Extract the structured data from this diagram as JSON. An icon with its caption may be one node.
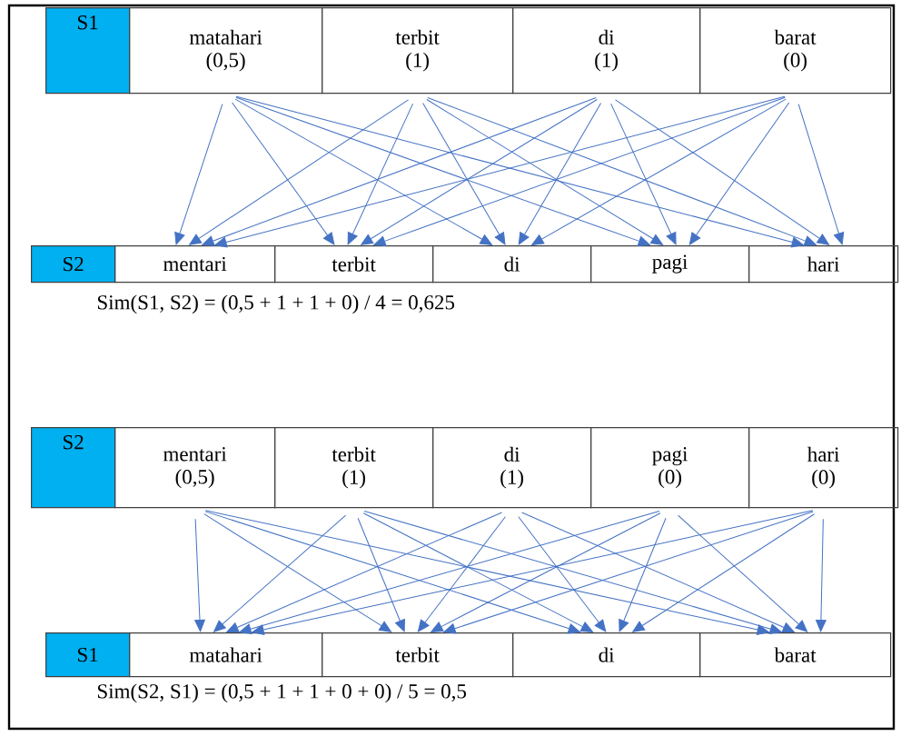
{
  "diagram": {
    "nodes": [
      {
        "text": [
          "S1"
        ]
      },
      {
        "text": [
          "matahari",
          "(0,5)"
        ]
      },
      {
        "text": [
          "terbit",
          "(1)"
        ]
      },
      {
        "text": [
          "di",
          "(1)"
        ]
      },
      {
        "text": [
          "barat",
          "(0)"
        ]
      },
      {
        "text": [
          "S2"
        ]
      },
      {
        "text": [
          "mentari"
        ]
      },
      {
        "text": [
          "terbit"
        ]
      },
      {
        "text": [
          "di"
        ]
      },
      {
        "text": [
          "pagi"
        ]
      },
      {
        "text": [
          "hari"
        ]
      },
      {
        "text": [
          "S2"
        ]
      },
      {
        "text": [
          "mentari",
          "(0,5)"
        ]
      },
      {
        "text": [
          "terbit",
          "(1)"
        ]
      },
      {
        "text": [
          "di",
          "(1)"
        ]
      },
      {
        "text": [
          "pagi",
          "(0)"
        ]
      },
      {
        "text": [
          "hari",
          "(0)"
        ]
      },
      {
        "text": [
          "S1"
        ]
      },
      {
        "text": [
          "matahari"
        ]
      },
      {
        "text": [
          "terbit"
        ]
      },
      {
        "text": [
          "di"
        ]
      },
      {
        "text": [
          "barat"
        ]
      }
    ],
    "edges": [
      {
        "from": 1,
        "to": 6,
        "arrow": "to"
      },
      {
        "from": 1,
        "to": 7,
        "arrow": "to"
      },
      {
        "from": 1,
        "to": 8,
        "arrow": "to"
      },
      {
        "from": 1,
        "to": 9,
        "arrow": "to"
      },
      {
        "from": 1,
        "to": 10,
        "arrow": "to"
      },
      {
        "from": 2,
        "to": 6,
        "arrow": "to"
      },
      {
        "from": 2,
        "to": 7,
        "arrow": "to"
      },
      {
        "from": 2,
        "to": 8,
        "arrow": "to"
      },
      {
        "from": 2,
        "to": 9,
        "arrow": "to"
      },
      {
        "from": 2,
        "to": 10,
        "arrow": "to"
      },
      {
        "from": 3,
        "to": 6,
        "arrow": "to"
      },
      {
        "from": 3,
        "to": 7,
        "arrow": "to"
      },
      {
        "from": 3,
        "to": 8,
        "arrow": "to"
      },
      {
        "from": 3,
        "to": 9,
        "arrow": "to"
      },
      {
        "from": 3,
        "to": 10,
        "arrow": "to"
      },
      {
        "from": 4,
        "to": 6,
        "arrow": "to"
      },
      {
        "from": 4,
        "to": 7,
        "arrow": "to"
      },
      {
        "from": 4,
        "to": 8,
        "arrow": "to"
      },
      {
        "from": 4,
        "to": 9,
        "arrow": "to"
      },
      {
        "from": 4,
        "to": 10,
        "arrow": "to"
      },
      {
        "from": 12,
        "to": 18,
        "arrow": "to"
      },
      {
        "from": 12,
        "to": 19,
        "arrow": "to"
      },
      {
        "from": 12,
        "to": 20,
        "arrow": "to"
      },
      {
        "from": 12,
        "to": 21,
        "arrow": "to"
      },
      {
        "from": 13,
        "to": 18,
        "arrow": "to"
      },
      {
        "from": 13,
        "to": 19,
        "arrow": "to"
      },
      {
        "from": 13,
        "to": 20,
        "arrow": "to"
      },
      {
        "from": 13,
        "to": 21,
        "arrow": "to"
      },
      {
        "from": 14,
        "to": 18,
        "arrow": "to"
      },
      {
        "from": 14,
        "to": 19,
        "arrow": "to"
      },
      {
        "from": 14,
        "to": 20,
        "arrow": "to"
      },
      {
        "from": 14,
        "to": 21,
        "arrow": "to"
      },
      {
        "from": 15,
        "to": 18,
        "arrow": "to"
      },
      {
        "from": 15,
        "to": 19,
        "arrow": "to"
      },
      {
        "from": 15,
        "to": 20,
        "arrow": "to"
      },
      {
        "from": 15,
        "to": 21,
        "arrow": "to"
      },
      {
        "from": 16,
        "to": 18,
        "arrow": "to"
      },
      {
        "from": 16,
        "to": 19,
        "arrow": "to"
      },
      {
        "from": 16,
        "to": 20,
        "arrow": "to"
      },
      {
        "from": 16,
        "to": 21,
        "arrow": "to"
      }
    ],
    "labels": [
      "Sim(S1, S2) = (0,5 + 1 + 1 + 0) / 4 = 0,625",
      "Sim(S2, S1) = (0,5 + 1 + 1 + 0  + 0) / 5 = 0,5"
    ]
  }
}
